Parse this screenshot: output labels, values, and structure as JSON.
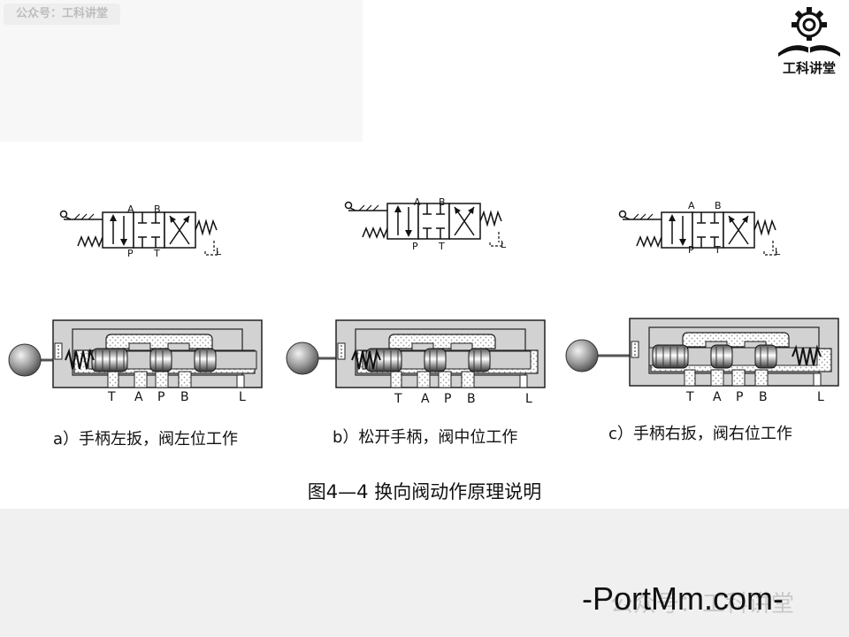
{
  "watermark_tag": "公众号：工科讲堂",
  "logo": {
    "icon": "gear-book-icon",
    "text": "工科讲堂"
  },
  "ports": {
    "T": "T",
    "A": "A",
    "P": "P",
    "B": "B",
    "L": "L"
  },
  "captions": [
    "a）手柄左扳，阀左位工作",
    "b）松开手柄，阀中位工作",
    "c）手柄右扳，阀右位工作"
  ],
  "figure_title": "图4—4  换向阀动作原理说明",
  "footer": {
    "ghost": "公众号：工科讲堂",
    "watermark": "-PortMm.com-"
  }
}
